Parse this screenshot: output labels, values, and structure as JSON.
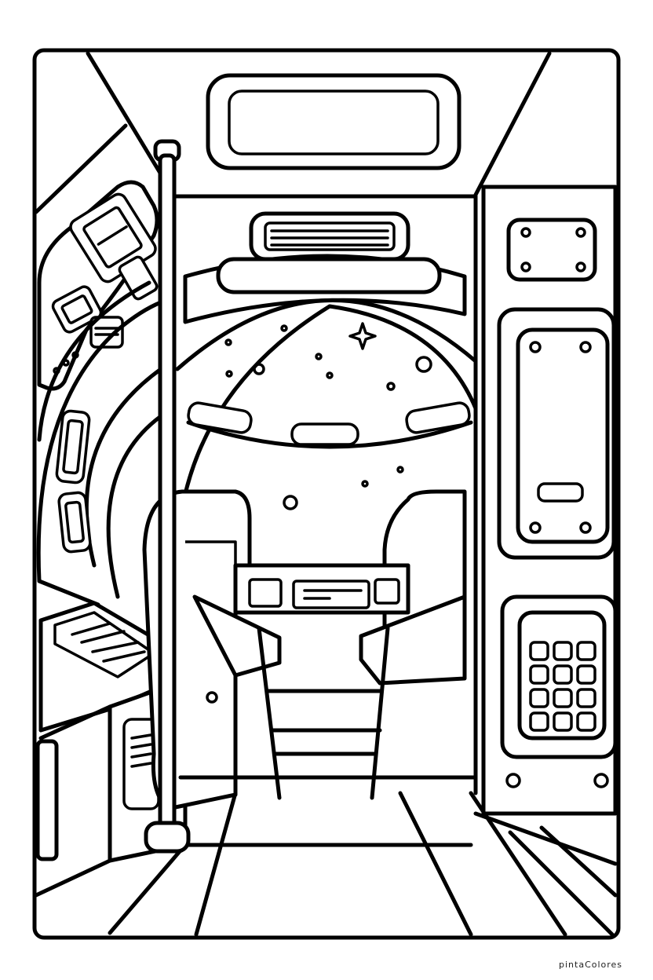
{
  "watermark": {
    "text": "pintaColores"
  },
  "keypad": {
    "rows": 4,
    "cols": 3
  },
  "stars": {
    "count": 11
  }
}
